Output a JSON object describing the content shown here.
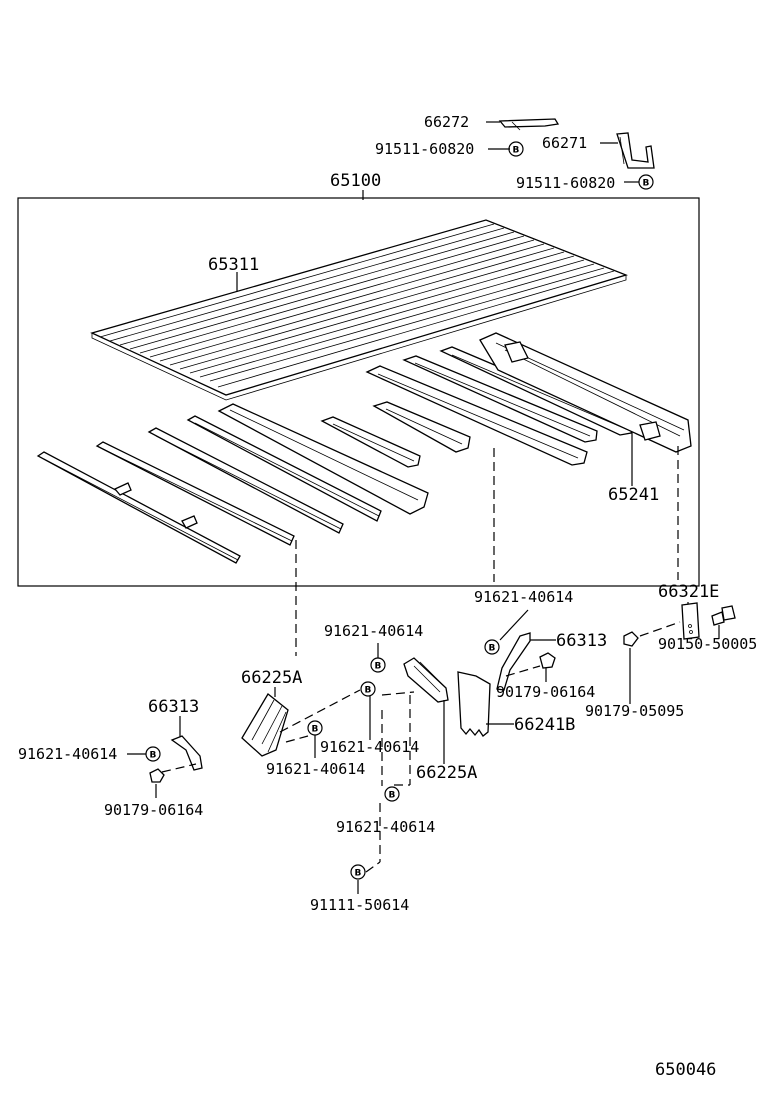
{
  "diagram_id": "650046",
  "bolt_symbol": "B",
  "labels": {
    "p66272": "66272",
    "p91511_a": "91511-60820",
    "p66271": "66271",
    "p91511_b": "91511-60820",
    "p65100": "65100",
    "p65311": "65311",
    "p65241": "65241",
    "p91621_c": "91621-40614",
    "p66321E": "66321E",
    "p66313_r": "66313",
    "p90150": "90150-50005",
    "p90179_r": "90179-06164",
    "p90179_05095": "90179-05095",
    "p66241B": "66241B",
    "p91621_m": "91621-40614",
    "p66225A_l": "66225A",
    "p66313_l": "66313",
    "p91621_l": "91621-40614",
    "p90179_l": "90179-06164",
    "p91621_n": "91621-40614",
    "p91621_o": "91621-40614",
    "p66225A_r": "66225A",
    "p91621_p": "91621-40614",
    "p91111": "91111-50614"
  }
}
